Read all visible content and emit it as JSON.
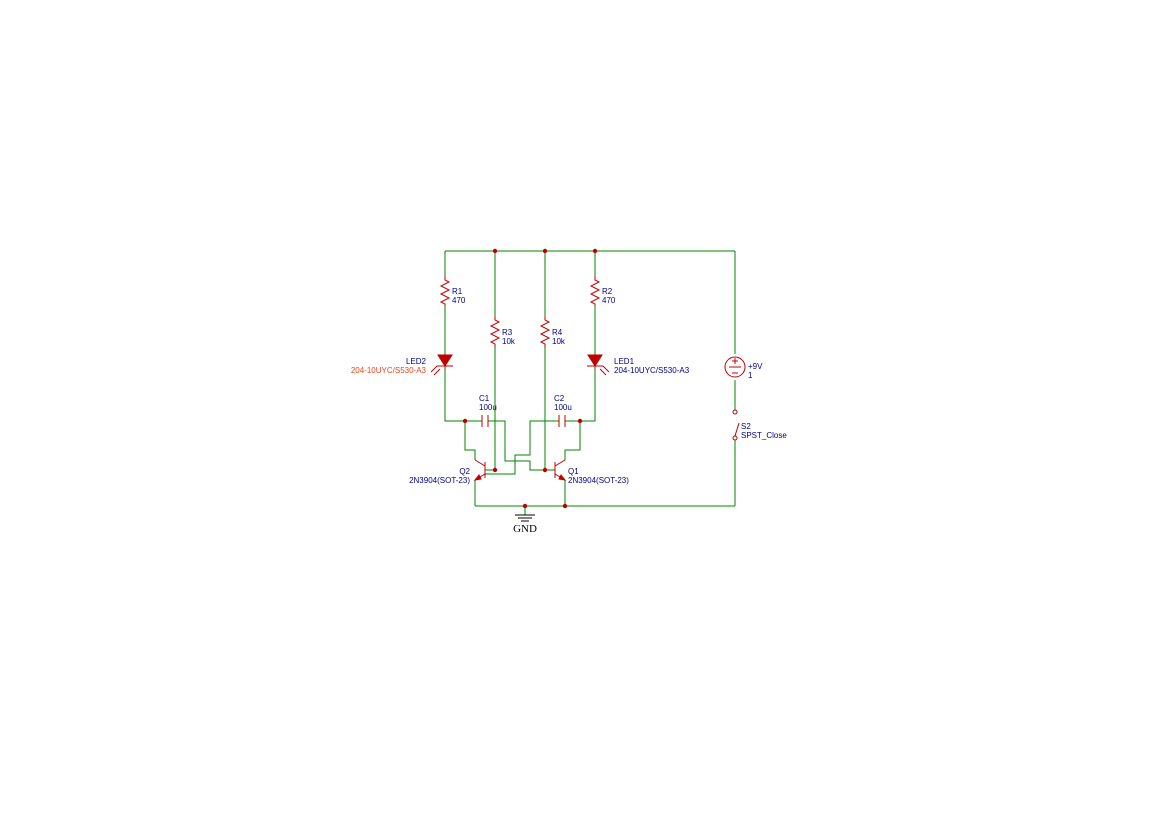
{
  "components": {
    "r1": {
      "ref": "R1",
      "value": "470"
    },
    "r2": {
      "ref": "R2",
      "value": "470"
    },
    "r3": {
      "ref": "R3",
      "value": "10k"
    },
    "r4": {
      "ref": "R4",
      "value": "10k"
    },
    "led1": {
      "ref": "LED1",
      "value": "204-10UYC/S530-A3"
    },
    "led2": {
      "ref": "LED2",
      "value": "204-10UYC/S530-A3"
    },
    "c1": {
      "ref": "C1",
      "value": "100u"
    },
    "c2": {
      "ref": "C2",
      "value": "100u"
    },
    "q1": {
      "ref": "Q1",
      "value": "2N3904(SOT-23)"
    },
    "q2": {
      "ref": "Q2",
      "value": "2N3904(SOT-23)"
    },
    "v1": {
      "value": "+9V",
      "extra": "1"
    },
    "s2": {
      "ref": "S2",
      "value": "SPST_Close"
    },
    "gnd": {
      "label": "GND"
    }
  },
  "colors": {
    "wire": "#008400",
    "symbol": "#c00000",
    "label": "#00008b",
    "selected_label": "#e8451e"
  }
}
